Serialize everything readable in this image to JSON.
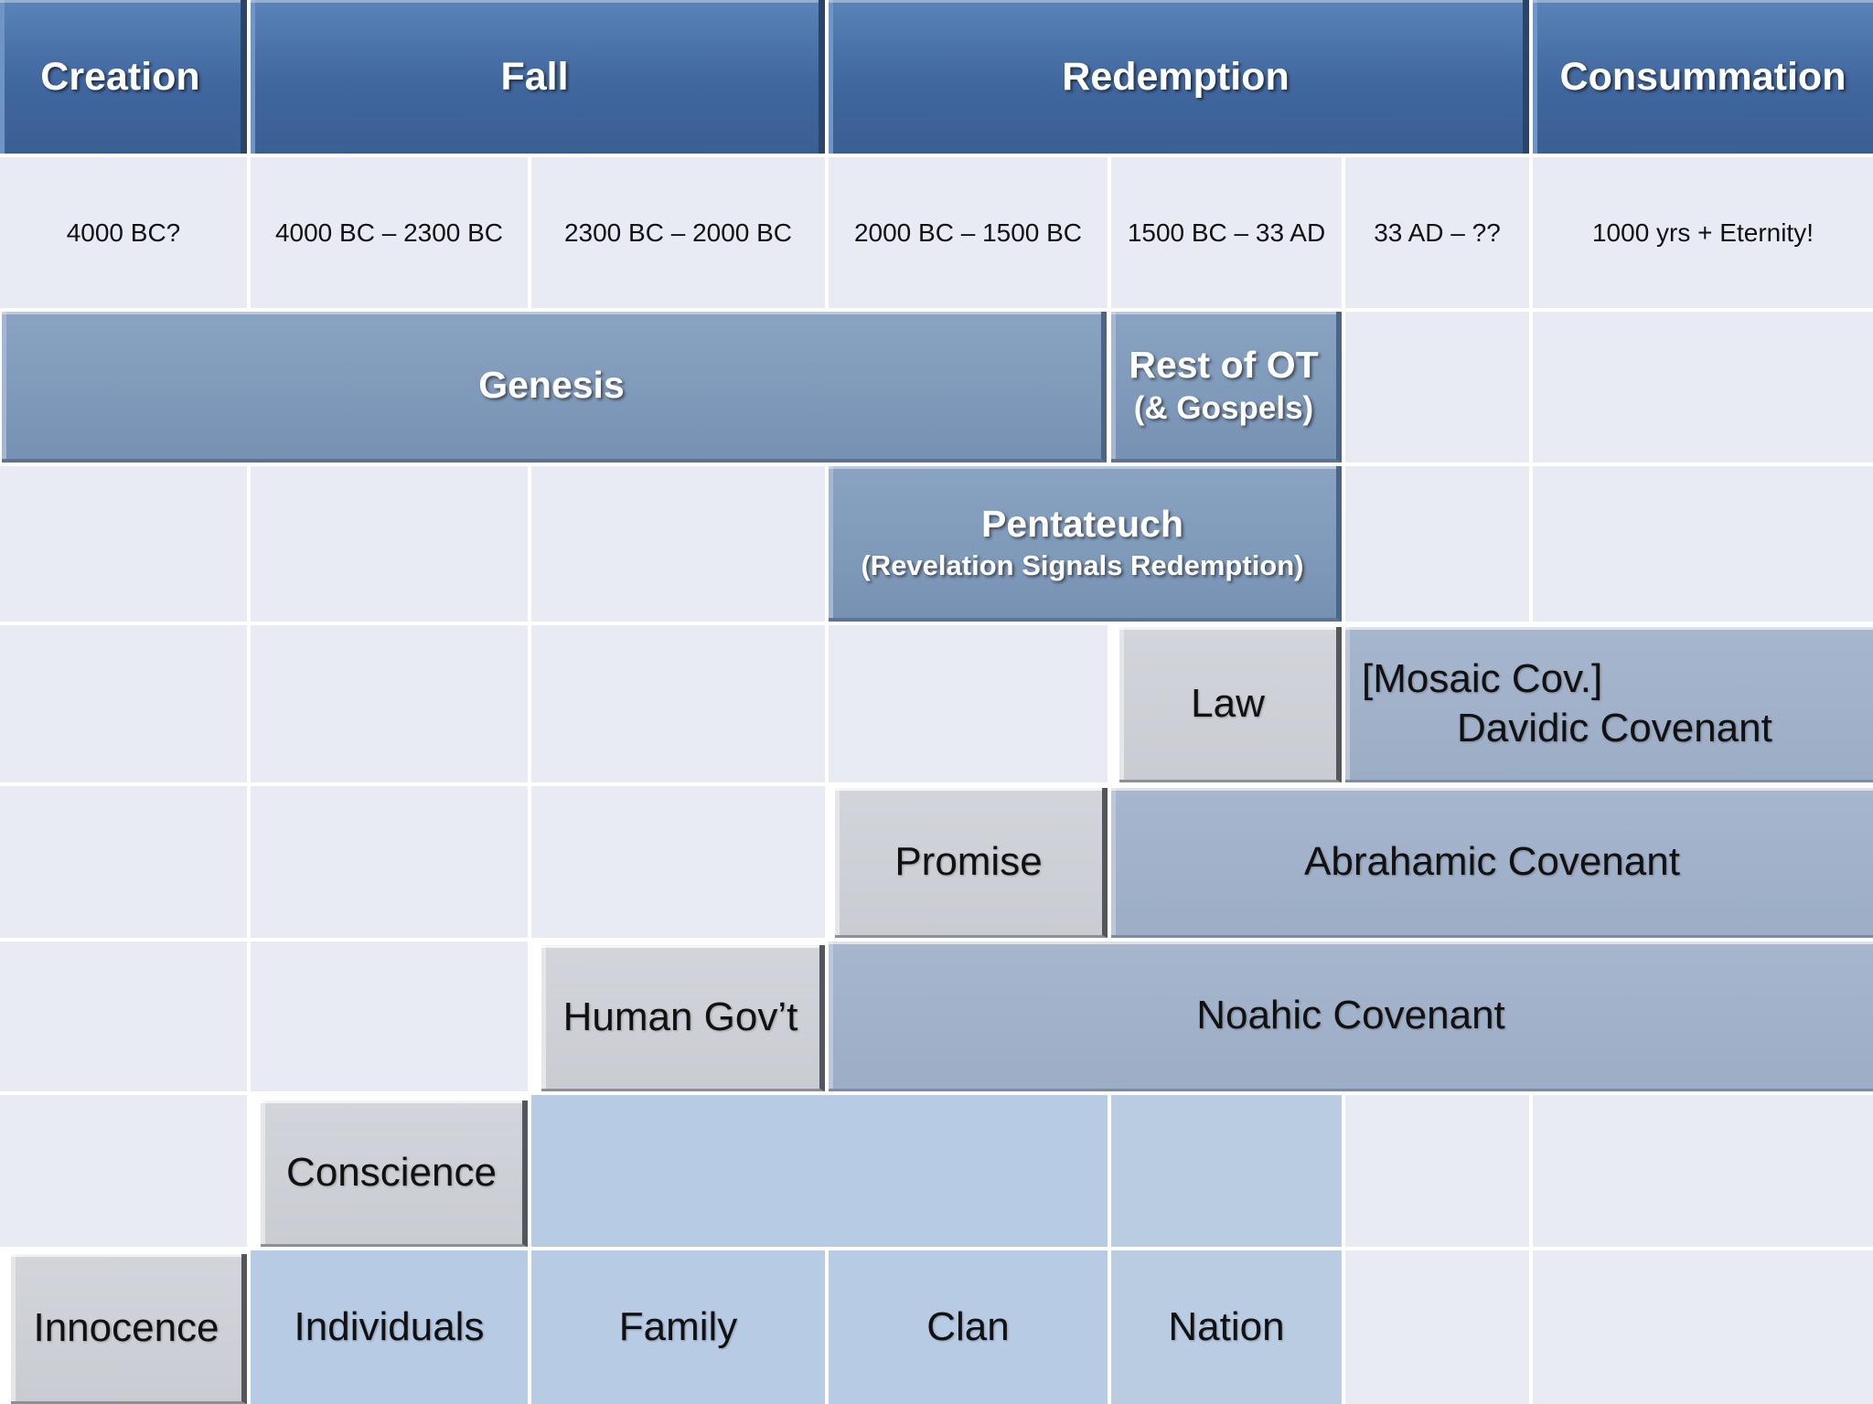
{
  "eras": [
    "Creation",
    "Fall",
    "Redemption",
    "Consummation"
  ],
  "dates": [
    "4000 BC?",
    "4000 BC – 2300 BC",
    "2300 BC – 2000 BC",
    "2000 BC – 1500 BC",
    "1500 BC – 33 AD",
    "33 AD – ??",
    "1000 yrs + Eternity!"
  ],
  "books": {
    "genesis": "Genesis",
    "rest_ot": "Rest of OT",
    "rest_ot_sub": "(& Gospels)",
    "pentateuch": "Pentateuch",
    "pentateuch_sub": "(Revelation Signals Redemption)"
  },
  "dispensations": {
    "law": "Law",
    "promise": "Promise",
    "human_govt": "Human Gov’t",
    "conscience": "Conscience",
    "innocence": "Innocence"
  },
  "covenants": {
    "mosaic": "[Mosaic Cov.]",
    "davidic": "Davidic Covenant",
    "abrahamic": "Abrahamic Covenant",
    "noahic": "Noahic Covenant"
  },
  "scope": [
    "Individuals",
    "Family",
    "Clan",
    "Nation"
  ]
}
